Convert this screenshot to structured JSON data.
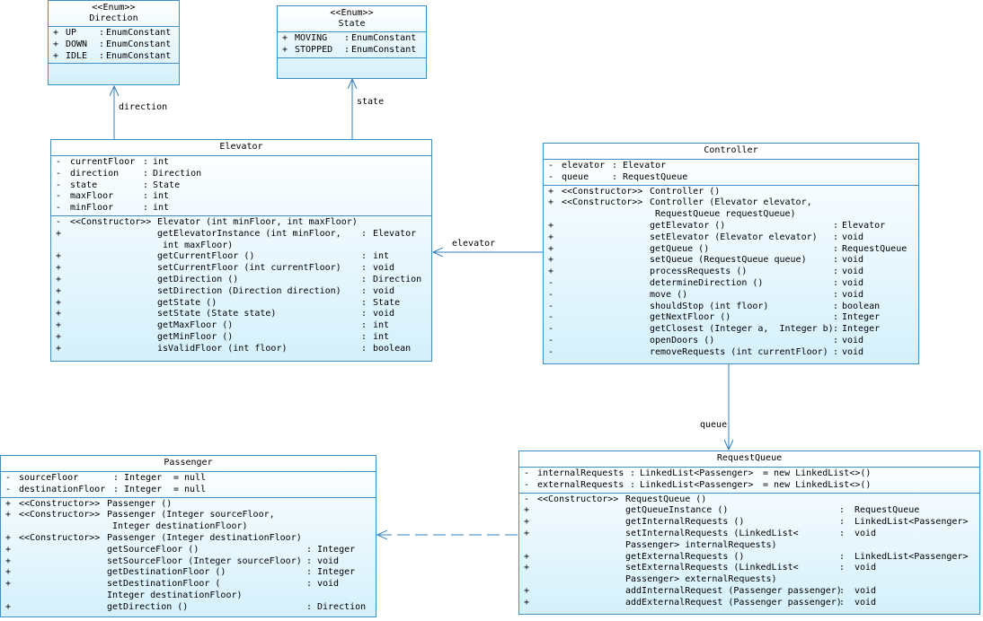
{
  "classes": {
    "direction": {
      "stereotype": "<<Enum>>",
      "name": "Direction",
      "attributes": [
        {
          "vis": "+",
          "name": "UP",
          "sep": ":",
          "type": "EnumConstant"
        },
        {
          "vis": "+",
          "name": "DOWN",
          "sep": ":",
          "type": "EnumConstant"
        },
        {
          "vis": "+",
          "name": "IDLE",
          "sep": ":",
          "type": "EnumConstant"
        }
      ]
    },
    "state": {
      "stereotype": "<<Enum>>",
      "name": "State",
      "attributes": [
        {
          "vis": "+",
          "name": "MOVING",
          "sep": ":",
          "type": "EnumConstant"
        },
        {
          "vis": "+",
          "name": "STOPPED",
          "sep": ":",
          "type": "EnumConstant"
        }
      ]
    },
    "elevator": {
      "name": "Elevator",
      "attributes": [
        {
          "vis": "-",
          "name": "currentFloor",
          "sep": ":",
          "type": "int"
        },
        {
          "vis": "-",
          "name": "direction",
          "sep": ":",
          "type": "Direction"
        },
        {
          "vis": "-",
          "name": "state",
          "sep": ":",
          "type": "State"
        },
        {
          "vis": "-",
          "name": "maxFloor",
          "sep": ":",
          "type": "int"
        },
        {
          "vis": "-",
          "name": "minFloor",
          "sep": ":",
          "type": "int"
        }
      ],
      "operations": [
        {
          "vis": "-",
          "stereo": "<<Constructor>>",
          "name": "Elevator (int minFloor, int maxFloor)",
          "sep": "",
          "ret": ""
        },
        {
          "vis": "+",
          "stereo": "",
          "name": "getElevatorInstance (int minFloor,",
          "sep": ":",
          "ret": "Elevator"
        },
        {
          "vis": "",
          "stereo": "",
          "name": " int maxFloor)",
          "sep": "",
          "ret": ""
        },
        {
          "vis": "+",
          "stereo": "",
          "name": "getCurrentFloor ()",
          "sep": ":",
          "ret": "int"
        },
        {
          "vis": "+",
          "stereo": "",
          "name": "setCurrentFloor (int currentFloor)",
          "sep": ":",
          "ret": "void"
        },
        {
          "vis": "+",
          "stereo": "",
          "name": "getDirection ()",
          "sep": ":",
          "ret": "Direction"
        },
        {
          "vis": "+",
          "stereo": "",
          "name": "setDirection (Direction direction)",
          "sep": ":",
          "ret": "void"
        },
        {
          "vis": "+",
          "stereo": "",
          "name": "getState ()",
          "sep": ":",
          "ret": "State"
        },
        {
          "vis": "+",
          "stereo": "",
          "name": "setState (State state)",
          "sep": ":",
          "ret": "void"
        },
        {
          "vis": "+",
          "stereo": "",
          "name": "getMaxFloor ()",
          "sep": ":",
          "ret": "int"
        },
        {
          "vis": "+",
          "stereo": "",
          "name": "getMinFloor ()",
          "sep": ":",
          "ret": "int"
        },
        {
          "vis": "+",
          "stereo": "",
          "name": "isValidFloor (int floor)",
          "sep": ":",
          "ret": "boolean"
        }
      ]
    },
    "controller": {
      "name": "Controller",
      "attributes": [
        {
          "vis": "-",
          "name": "elevator",
          "sep": ":",
          "type": "Elevator"
        },
        {
          "vis": "-",
          "name": "queue",
          "sep": ":",
          "type": "RequestQueue"
        }
      ],
      "operations": [
        {
          "vis": "+",
          "stereo": "<<Constructor>>",
          "name": "Controller ()",
          "sep": "",
          "ret": ""
        },
        {
          "vis": "+",
          "stereo": "<<Constructor>>",
          "name": "Controller (Elevator elevator,",
          "sep": "",
          "ret": ""
        },
        {
          "vis": "",
          "stereo": "",
          "name": " RequestQueue requestQueue)",
          "sep": "",
          "ret": ""
        },
        {
          "vis": "+",
          "stereo": "",
          "name": "getElevator ()",
          "sep": ":",
          "ret": "Elevator"
        },
        {
          "vis": "+",
          "stereo": "",
          "name": "setElevator (Elevator elevator)",
          "sep": ":",
          "ret": "void"
        },
        {
          "vis": "+",
          "stereo": "",
          "name": "getQueue ()",
          "sep": ":",
          "ret": "RequestQueue"
        },
        {
          "vis": "+",
          "stereo": "",
          "name": "setQueue (RequestQueue queue)",
          "sep": ":",
          "ret": "void"
        },
        {
          "vis": "+",
          "stereo": "",
          "name": "processRequests ()",
          "sep": ":",
          "ret": "void"
        },
        {
          "vis": "-",
          "stereo": "",
          "name": "determineDirection ()",
          "sep": ":",
          "ret": "void"
        },
        {
          "vis": "-",
          "stereo": "",
          "name": "move ()",
          "sep": ":",
          "ret": "void"
        },
        {
          "vis": "-",
          "stereo": "",
          "name": "shouldStop (int floor)",
          "sep": ":",
          "ret": "boolean"
        },
        {
          "vis": "-",
          "stereo": "",
          "name": "getNextFloor ()",
          "sep": ":",
          "ret": "Integer"
        },
        {
          "vis": "-",
          "stereo": "",
          "name": "getClosest (Integer a,  Integer b)",
          "sep": ":",
          "ret": "Integer"
        },
        {
          "vis": "-",
          "stereo": "",
          "name": "openDoors ()",
          "sep": ":",
          "ret": "void"
        },
        {
          "vis": "-",
          "stereo": "",
          "name": "removeRequests (int currentFloor)",
          "sep": ":",
          "ret": "void"
        }
      ]
    },
    "passenger": {
      "name": "Passenger",
      "attributes": [
        {
          "vis": "-",
          "name": "sourceFloor",
          "sep": ":",
          "type": "Integer",
          "init": "= null"
        },
        {
          "vis": "-",
          "name": "destinationFloor",
          "sep": ":",
          "type": "Integer",
          "init": "= null"
        }
      ],
      "operations": [
        {
          "vis": "+",
          "stereo": "<<Constructor>>",
          "name": "Passenger ()",
          "sep": "",
          "ret": ""
        },
        {
          "vis": "+",
          "stereo": "<<Constructor>>",
          "name": "Passenger (Integer sourceFloor,",
          "sep": "",
          "ret": ""
        },
        {
          "vis": "",
          "stereo": "",
          "name": " Integer destinationFloor)",
          "sep": "",
          "ret": ""
        },
        {
          "vis": "+",
          "stereo": "<<Constructor>>",
          "name": "Passenger (Integer destinationFloor)",
          "sep": "",
          "ret": ""
        },
        {
          "vis": "+",
          "stereo": "",
          "name": "getSourceFloor ()",
          "sep": ":",
          "ret": "Integer"
        },
        {
          "vis": "+",
          "stereo": "",
          "name": "setSourceFloor (Integer sourceFloor)",
          "sep": ":",
          "ret": "void"
        },
        {
          "vis": "+",
          "stereo": "",
          "name": "getDestinationFloor ()",
          "sep": ":",
          "ret": "Integer"
        },
        {
          "vis": "+",
          "stereo": "",
          "name": "setDestinationFloor (",
          "sep": ":",
          "ret": "void"
        },
        {
          "vis": "",
          "stereo": "",
          "name": "Integer destinationFloor)",
          "sep": "",
          "ret": ""
        },
        {
          "vis": "+",
          "stereo": "",
          "name": "getDirection ()",
          "sep": ":",
          "ret": "Direction"
        }
      ]
    },
    "requestqueue": {
      "name": "RequestQueue",
      "attributes": [
        {
          "vis": "-",
          "name": "internalRequests",
          "sep": ":",
          "type": "LinkedList<Passenger>",
          "init": "= new LinkedList<>()"
        },
        {
          "vis": "-",
          "name": "externalRequests",
          "sep": ":",
          "type": "LinkedList<Passenger>",
          "init": "= new LinkedList<>()"
        }
      ],
      "operations": [
        {
          "vis": "-",
          "stereo": "<<Constructor>>",
          "name": "RequestQueue ()",
          "sep": "",
          "ret": ""
        },
        {
          "vis": "+",
          "stereo": "",
          "name": "getQueueInstance ()",
          "sep": ":",
          "ret": "RequestQueue"
        },
        {
          "vis": "+",
          "stereo": "",
          "name": "getInternalRequests ()",
          "sep": ":",
          "ret": "LinkedList<Passenger>"
        },
        {
          "vis": "+",
          "stereo": "",
          "name": "setInternalRequests (LinkedList<",
          "sep": ":",
          "ret": "void"
        },
        {
          "vis": "",
          "stereo": "",
          "name": "Passenger> internalRequests)",
          "sep": "",
          "ret": ""
        },
        {
          "vis": "+",
          "stereo": "",
          "name": "getExternalRequests ()",
          "sep": ":",
          "ret": "LinkedList<Passenger>"
        },
        {
          "vis": "+",
          "stereo": "",
          "name": "setExternalRequests (LinkedList<",
          "sep": ":",
          "ret": "void"
        },
        {
          "vis": "",
          "stereo": "",
          "name": "Passenger> externalRequests)",
          "sep": "",
          "ret": ""
        },
        {
          "vis": "+",
          "stereo": "",
          "name": "addInternalRequest (Passenger passenger)",
          "sep": ":",
          "ret": "void"
        },
        {
          "vis": "+",
          "stereo": "",
          "name": "addExternalRequest (Passenger passenger)",
          "sep": ":",
          "ret": "void"
        }
      ]
    }
  },
  "associations": [
    {
      "from": "elevator",
      "to": "direction",
      "label": "direction",
      "style": "solid"
    },
    {
      "from": "elevator",
      "to": "state",
      "label": "state",
      "style": "solid"
    },
    {
      "from": "controller",
      "to": "elevator",
      "label": "elevator",
      "style": "solid"
    },
    {
      "from": "controller",
      "to": "requestqueue",
      "label": "queue",
      "style": "solid"
    },
    {
      "from": "requestqueue",
      "to": "passenger",
      "label": "",
      "style": "dashed"
    }
  ],
  "colors": {
    "border": "#3f8fc8",
    "fill_top": "#ffffff",
    "fill_bottom": "#d4f0fb",
    "line": "#2f7fc0"
  }
}
